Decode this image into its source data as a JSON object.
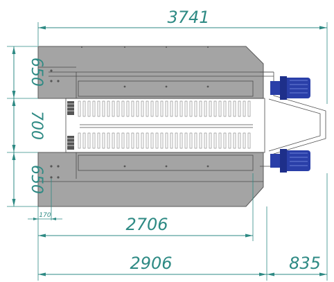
{
  "dimensions": {
    "overall_length": "3741",
    "top_section_width": "650",
    "middle_gap": "700",
    "bottom_section_width": "650",
    "hole_offset": "170",
    "conveyor_length": "2706",
    "frame_length": "2906",
    "drive_extension": "835"
  },
  "colors": {
    "dimension": "#2e8a84",
    "frame_grey": "#a4a4a4",
    "motor_blue": "#2a3fa8",
    "background": "#ffffff"
  }
}
